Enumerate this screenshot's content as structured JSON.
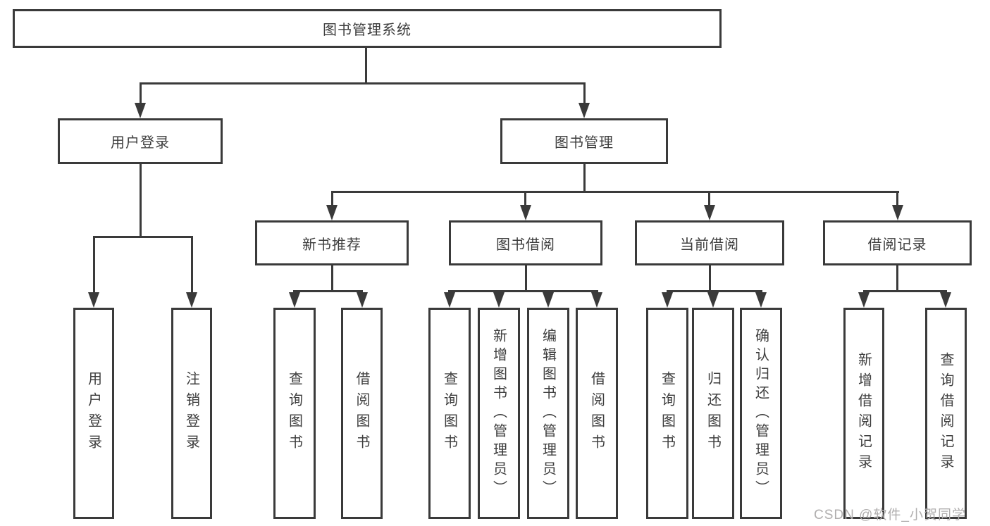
{
  "colors": {
    "line": "#3a3a3a",
    "text": "#3d3d3d",
    "background": "#ffffff",
    "watermark": "#b0aeae"
  },
  "tree": {
    "label": "图书管理系统",
    "children": [
      {
        "label": "用户登录",
        "children": [
          {
            "label": "用户登录"
          },
          {
            "label": "注销登录"
          }
        ]
      },
      {
        "label": "图书管理",
        "children": [
          {
            "label": "新书推荐",
            "children": [
              {
                "label": "查询图书"
              },
              {
                "label": "借阅图书"
              }
            ]
          },
          {
            "label": "图书借阅",
            "children": [
              {
                "label": "查询图书"
              },
              {
                "label": "新增图书（管理员）"
              },
              {
                "label": "编辑图书（管理员）"
              },
              {
                "label": "借阅图书"
              }
            ]
          },
          {
            "label": "当前借阅",
            "children": [
              {
                "label": "查询图书"
              },
              {
                "label": "归还图书"
              },
              {
                "label": "确认归还（管理员）"
              }
            ]
          },
          {
            "label": "借阅记录",
            "children": [
              {
                "label": "新增借阅记录"
              },
              {
                "label": "查询借阅记录"
              }
            ]
          }
        ]
      }
    ]
  },
  "watermark": {
    "text": "CSDN @软件_小贺同学"
  }
}
